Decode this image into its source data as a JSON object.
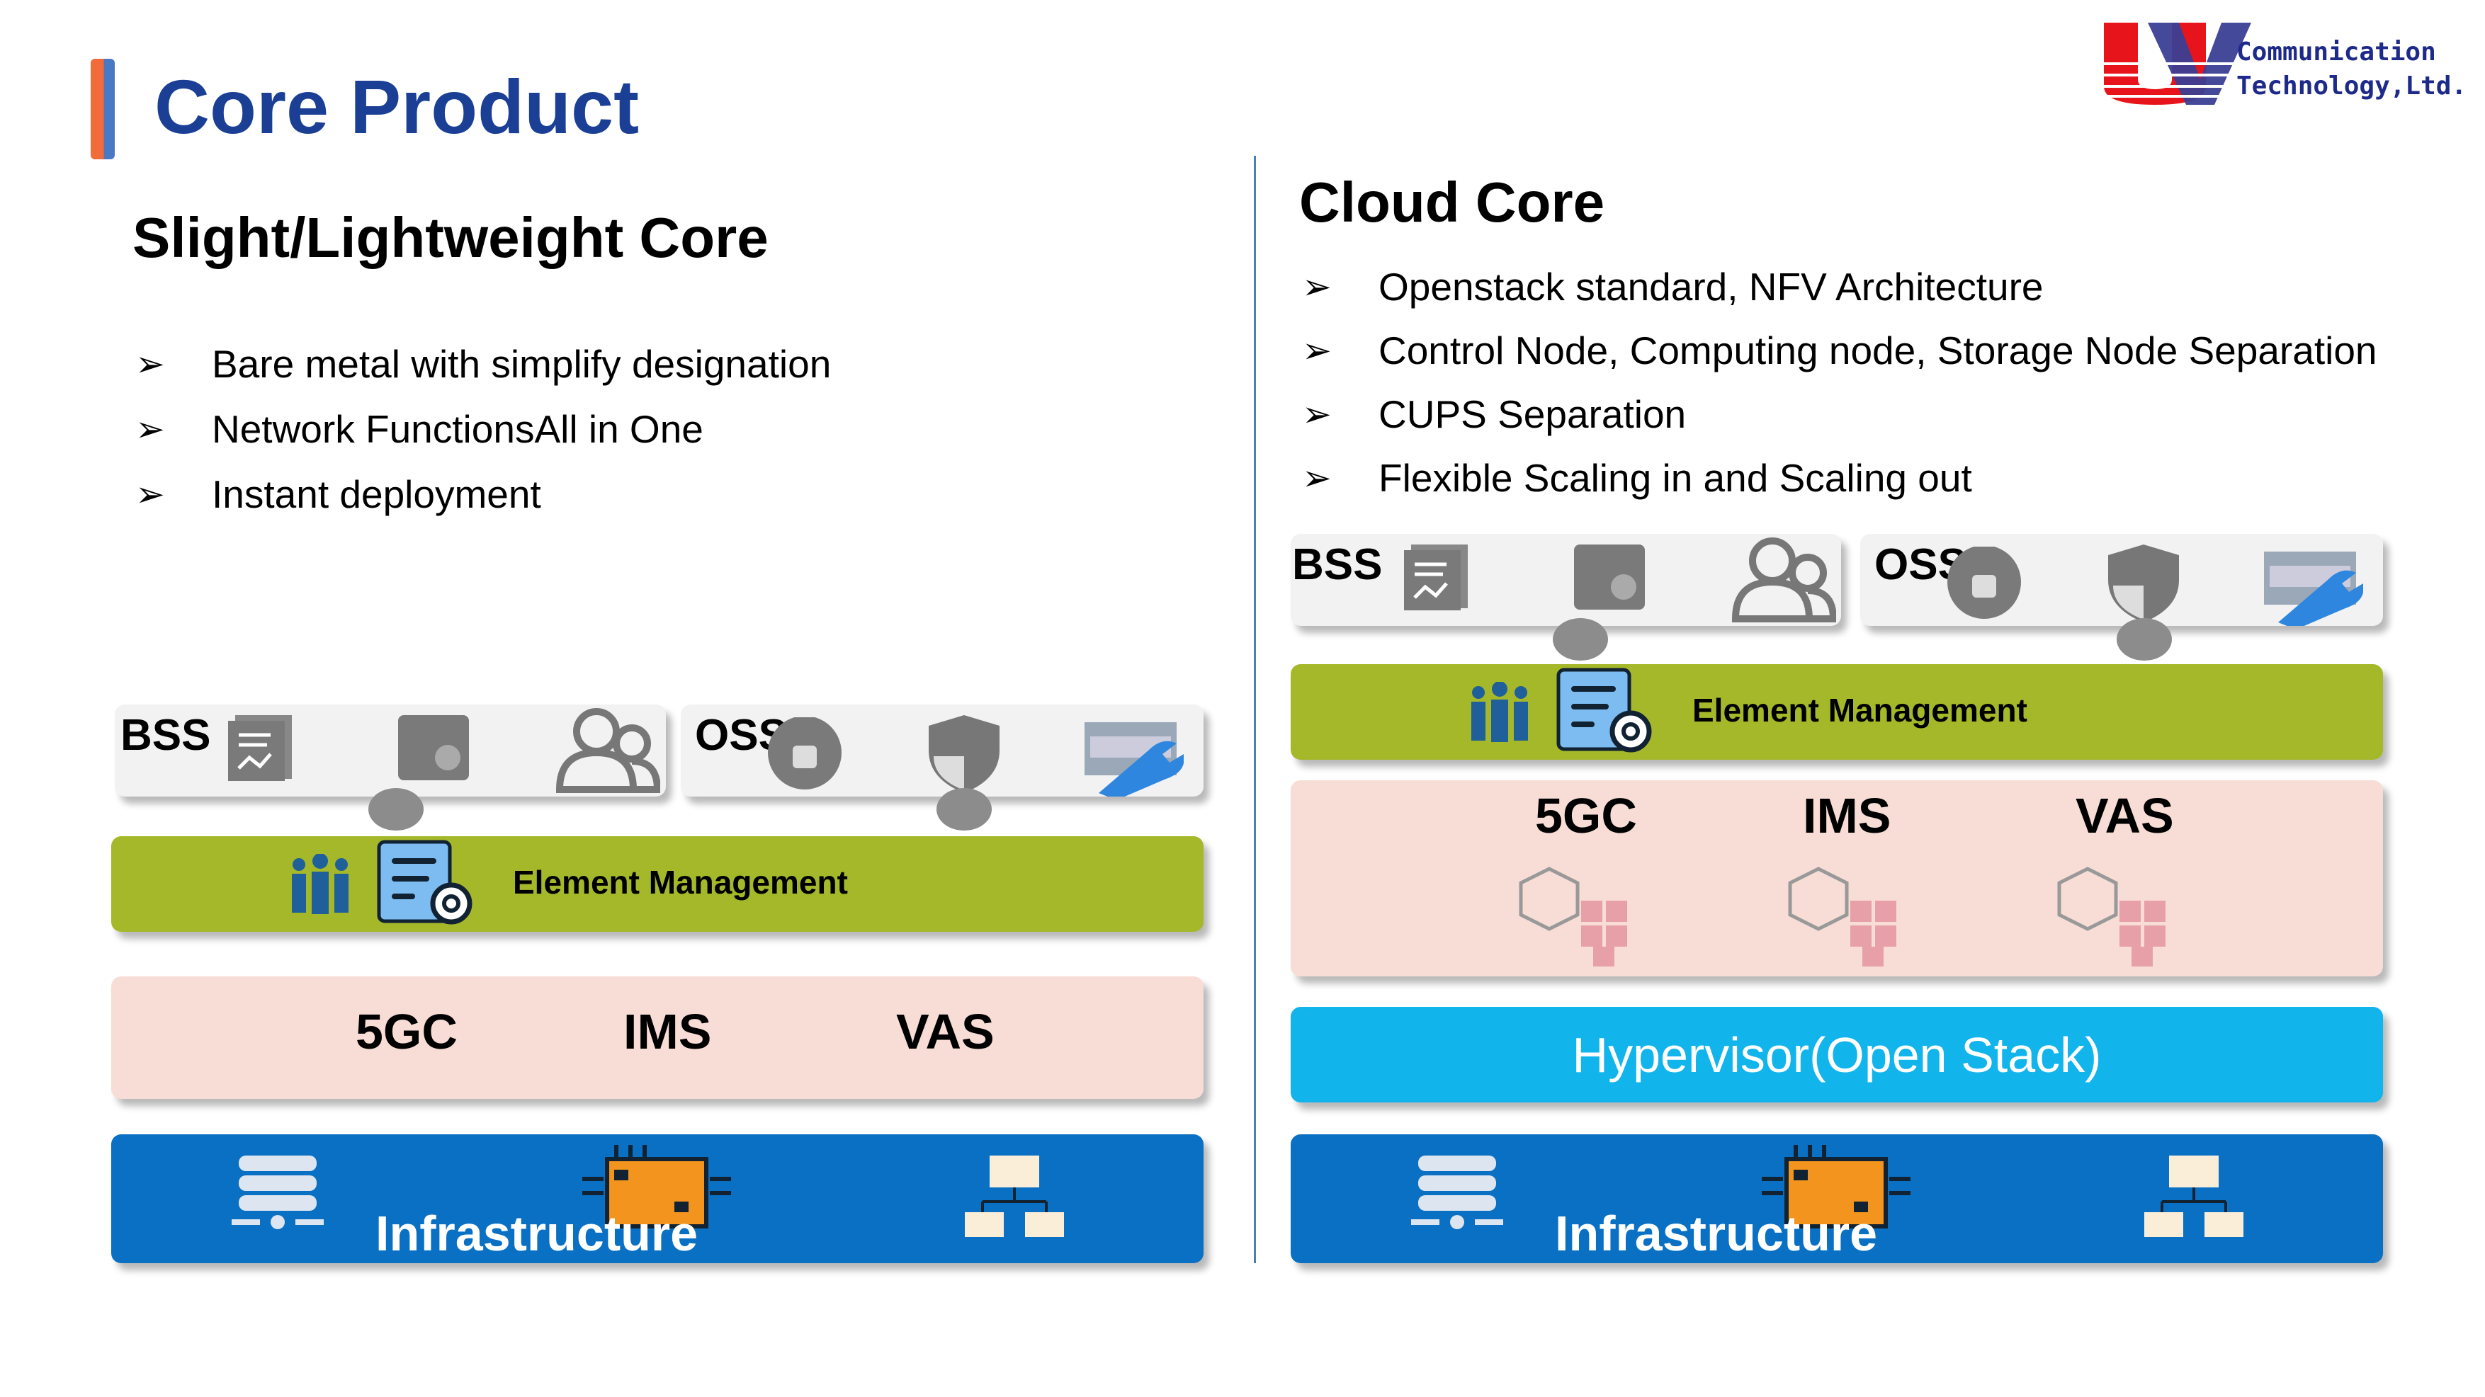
{
  "header": {
    "title": "Core Product",
    "logo_text_line1": "Communication",
    "logo_text_line2": "Technology,Ltd.",
    "logo_letters": "UV"
  },
  "left": {
    "heading": "Slight/Lightweight Core",
    "bullet_marker": "➢",
    "bullets": [
      "Bare metal with simplify designation",
      "Network FunctionsAll in One",
      "Instant deployment"
    ],
    "diagram": {
      "bss": "BSS",
      "oss": "OSS",
      "element_management": "Element Management",
      "functions": [
        "5GC",
        "IMS",
        "VAS"
      ],
      "infrastructure": "Infrastructure"
    }
  },
  "right": {
    "heading": "Cloud Core",
    "bullets": [
      "Openstack standard, NFV Architecture",
      "Control Node, Computing node, Storage Node Separation",
      "CUPS Separation",
      "Flexible Scaling in and Scaling out"
    ],
    "diagram": {
      "bss": "BSS",
      "oss": "OSS",
      "element_management": "Element Management",
      "functions": [
        "5GC",
        "IMS",
        "VAS"
      ],
      "hypervisor": "Hypervisor(Open Stack)",
      "infrastructure": "Infrastructure"
    }
  },
  "colors": {
    "title": "#1b3f94",
    "element_management": "#a5b82a",
    "functions_band": "#f7ddd5",
    "infrastructure": "#0a70c4",
    "hypervisor": "#12b4ec"
  }
}
